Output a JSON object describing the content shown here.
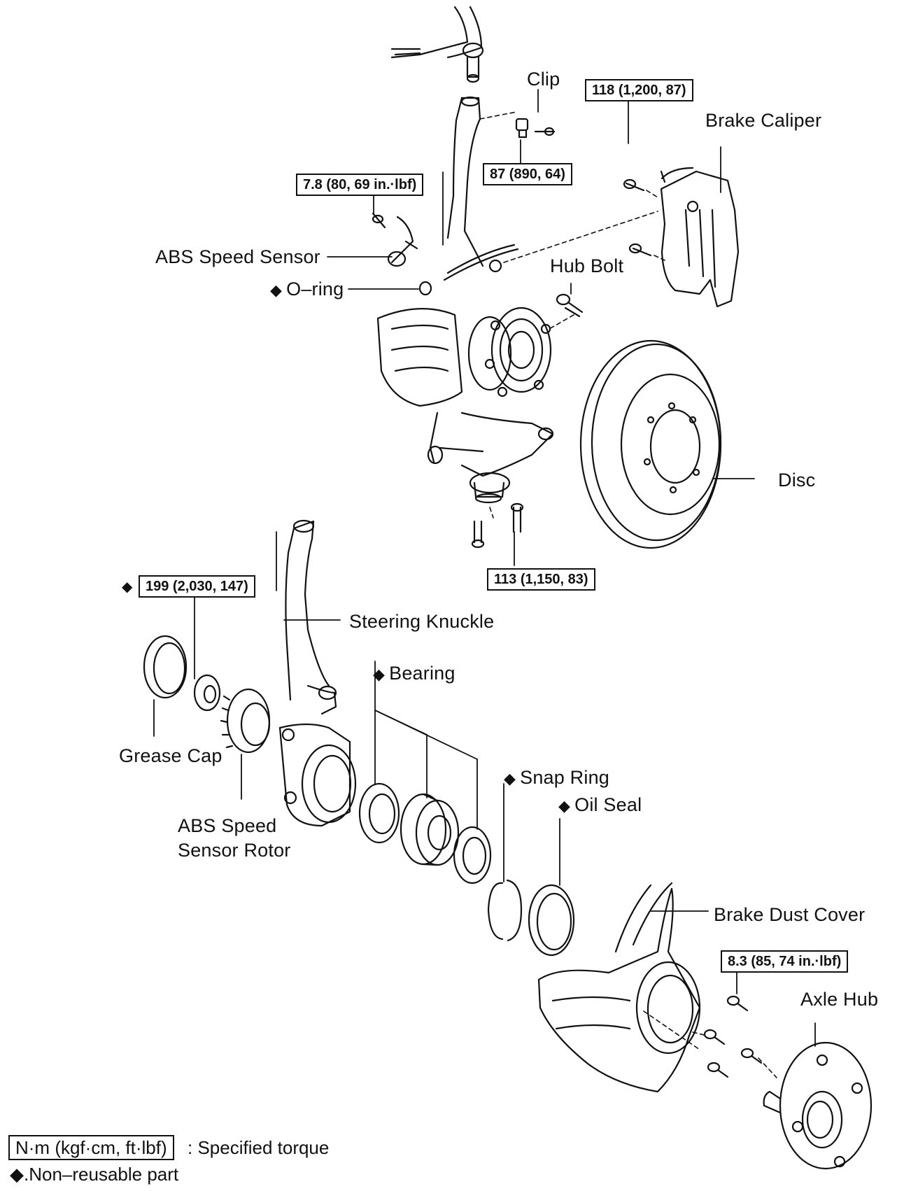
{
  "torque_specs": {
    "t118": "118 (1,200, 87)",
    "t87": "87 (890, 64)",
    "t7_8": "7.8 (80, 69 in.·lbf)",
    "t113": "113 (1,150, 83)",
    "t199": "199 (2,030, 147)",
    "t8_3": "8.3 (85, 74 in.·lbf)"
  },
  "labels": {
    "clip": "Clip",
    "brake_caliper": "Brake Caliper",
    "abs_speed_sensor": "ABS Speed Sensor",
    "o_ring": "O–ring",
    "hub_bolt": "Hub Bolt",
    "disc": "Disc",
    "steering_knuckle": "Steering Knuckle",
    "bearing": "Bearing",
    "grease_cap": "Grease Cap",
    "snap_ring": "Snap Ring",
    "oil_seal": "Oil Seal",
    "abs_rotor_line1": "ABS Speed",
    "abs_rotor_line2": "Sensor Rotor",
    "brake_dust_cover": "Brake Dust Cover",
    "axle_hub": "Axle Hub"
  },
  "legend": {
    "unit_box": "N·m (kgf·cm, ft·lbf)",
    "unit_text": ": Specified torque",
    "non_reusable": ".Non–reusable part"
  },
  "symbols": {
    "non_reusable_mark": "◆"
  }
}
